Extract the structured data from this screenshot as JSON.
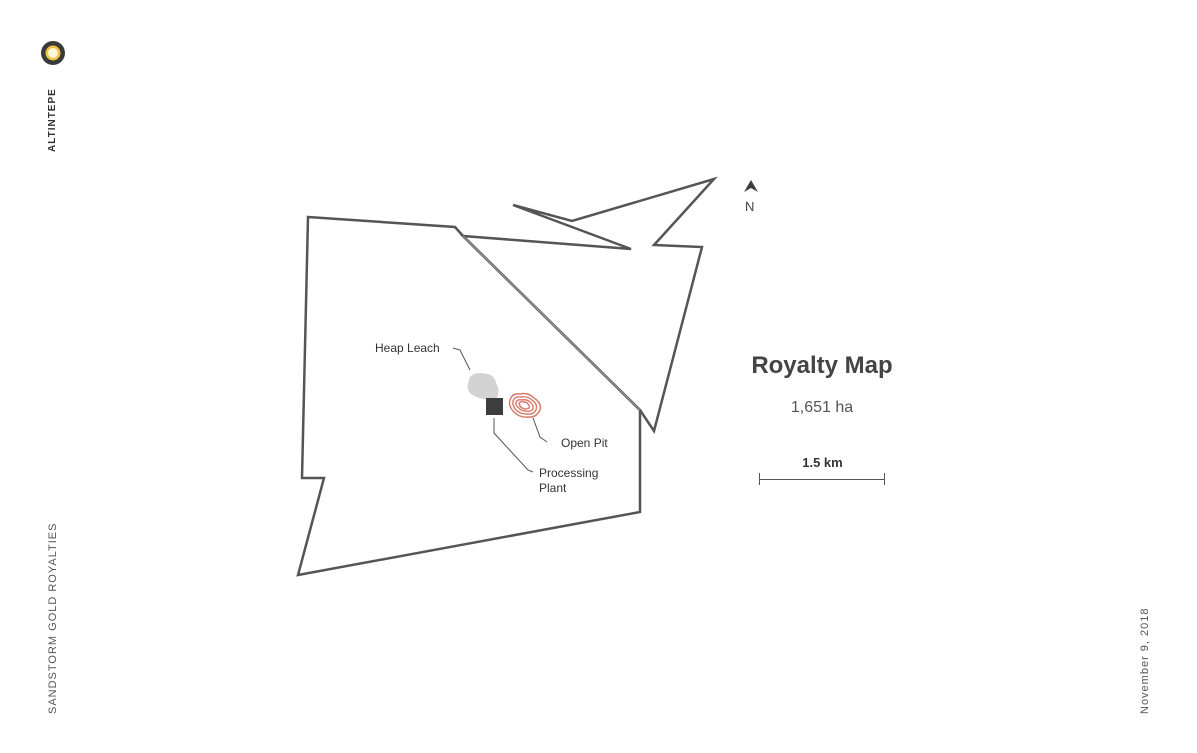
{
  "header": {
    "project_name": "ALTINTEPE",
    "logo_icon": "sandstorm-logo-icon"
  },
  "footer": {
    "company_name": "SANDSTORM GOLD ROYALTIES",
    "date": "November 9, 2018"
  },
  "map": {
    "title": "Royalty Map",
    "area": "1,651 ha",
    "scale_label": "1.5 km",
    "north_label": "N",
    "north_icon": "north-arrow-icon",
    "features": {
      "heap_leach": "Heap Leach",
      "open_pit": "Open Pit",
      "processing_plant_line1": "Processing",
      "processing_plant_line2": "Plant"
    },
    "colors": {
      "boundary": "#555555",
      "heap_leach": "#d3d3d3",
      "open_pit": "#d9796a",
      "processing_plant": "#3d3d3d"
    }
  }
}
